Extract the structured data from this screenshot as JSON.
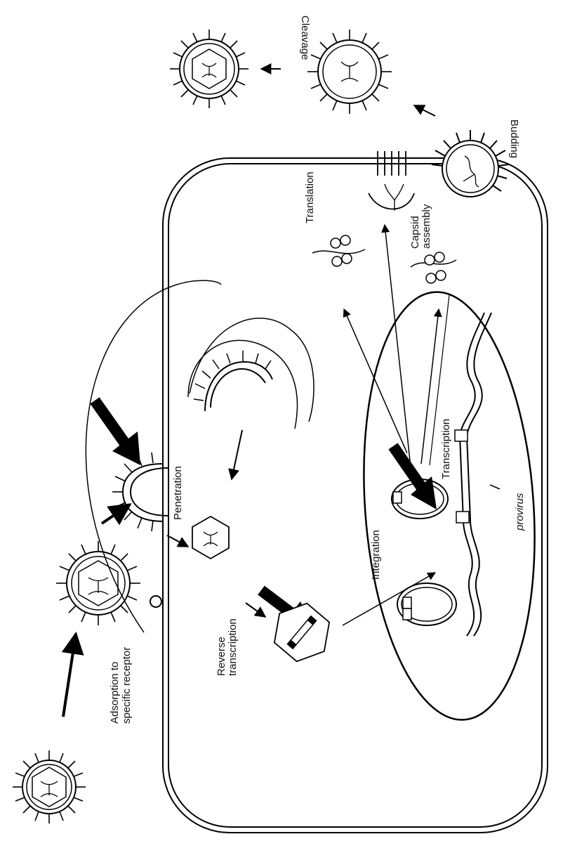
{
  "figure": {
    "labels": {
      "adsorption_1": "Adsorption to",
      "adsorption_2": "specific receptor",
      "penetration": "Penetration",
      "reverse_1": "Reverse",
      "reverse_2": "transcription",
      "integration": "Integration",
      "provirus": "provirus",
      "transcription": "Transcription",
      "translation": "Translation",
      "capsid_1": "Capsid",
      "capsid_2": "assembly",
      "budding": "Budding",
      "cleavage": "Cleavage"
    }
  }
}
